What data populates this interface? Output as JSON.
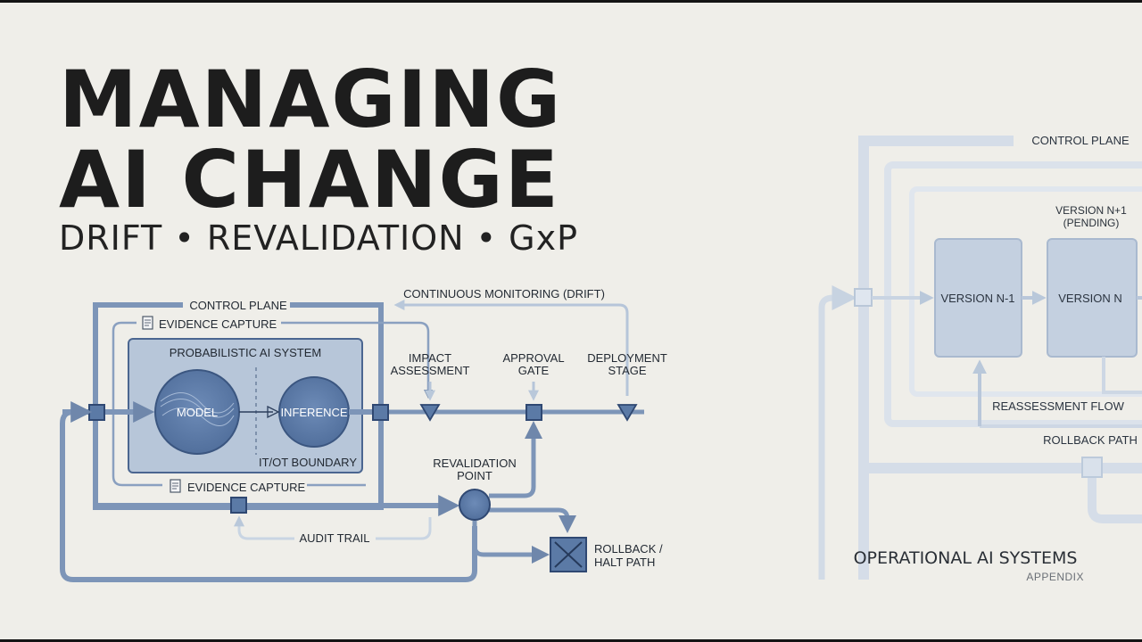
{
  "title_line1": "MANAGING",
  "title_line2": "AI CHANGE",
  "subtitle": "DRIFT • REVALIDATION • GxP",
  "left_diagram": {
    "control_plane": "CONTROL PLANE",
    "evidence_capture_top": "EVIDENCE CAPTURE",
    "evidence_capture_bottom": "EVIDENCE CAPTURE",
    "probabilistic_system": "PROBABILISTIC AI SYSTEM",
    "model": "MODEL",
    "inference": "INFERENCE",
    "it_ot_boundary": "IT/OT BOUNDARY",
    "continuous_monitoring": "CONTINUOUS MONITORING (DRIFT)",
    "impact_assessment": [
      "IMPACT",
      "ASSESSMENT"
    ],
    "approval_gate": [
      "APPROVAL",
      "GATE"
    ],
    "deployment_stage": [
      "DEPLOYMENT",
      "STAGE"
    ],
    "revalidation_point": [
      "REVALIDATION",
      "POINT"
    ],
    "audit_trail": "AUDIT TRAIL",
    "rollback_halt": [
      "ROLLBACK /",
      "HALT PATH"
    ]
  },
  "right_diagram": {
    "control_plane": "CONTROL PLANE",
    "version_n1_pending": [
      "VERSION N+1",
      "(PENDING)"
    ],
    "version_n_minus_1": "VERSION N-1",
    "version_n": "VERSION N",
    "reassessment_flow": "REASSESSMENT FLOW",
    "rollback_path": "ROLLBACK PATH",
    "operational": "OPERATIONAL AI SYSTEMS",
    "appendix": "APPENDIX"
  },
  "colors": {
    "background": "#efeee9",
    "primary_line": "#7d95b8",
    "node_fill": "#5b7aa6",
    "node_stroke": "#344e78",
    "faded_line": "#d2dbe6",
    "title": "#1d1d1d"
  },
  "icons": [
    "document-icon",
    "triangle-down-icon",
    "square-node-icon",
    "x-box-icon",
    "arrow-icon"
  ]
}
